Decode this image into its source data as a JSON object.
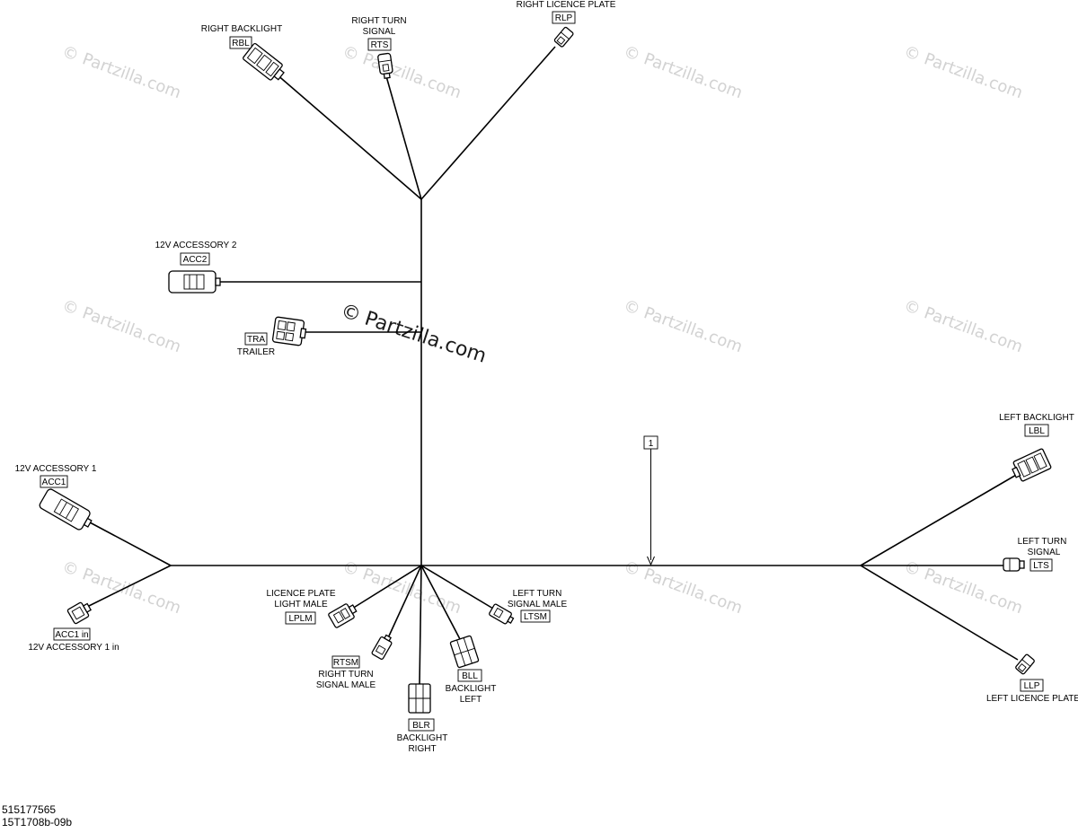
{
  "watermarks": {
    "symbol": "©",
    "text": "Partzilla.com",
    "center_symbol": "©",
    "center_text": "Partzilla.com"
  },
  "connectors": {
    "rbl": {
      "name": "RIGHT BACKLIGHT",
      "code": "RBL"
    },
    "rts": {
      "name_line1": "RIGHT TURN",
      "name_line2": "SIGNAL",
      "code": "RTS"
    },
    "rlp": {
      "name": "RIGHT LICENCE PLATE",
      "code": "RLP"
    },
    "acc2": {
      "name": "12V ACCESSORY 2",
      "code": "ACC2"
    },
    "tra": {
      "name": "TRAILER",
      "code": "TRA"
    },
    "acc1": {
      "name": "12V ACCESSORY 1",
      "code": "ACC1"
    },
    "acc1in": {
      "name": "12V ACCESSORY 1 in",
      "code": "ACC1 in"
    },
    "lplm": {
      "name_line1": "LICENCE PLATE",
      "name_line2": "LIGHT MALE",
      "code": "LPLM"
    },
    "rtsm": {
      "name_line1": "RIGHT TURN",
      "name_line2": "SIGNAL MALE",
      "code": "RTSM"
    },
    "blr": {
      "name_line1": "BACKLIGHT",
      "name_line2": "RIGHT",
      "code": "BLR"
    },
    "bll": {
      "name_line1": "BACKLIGHT",
      "name_line2": "LEFT",
      "code": "BLL"
    },
    "ltsm": {
      "name_line1": "LEFT TURN",
      "name_line2": "SIGNAL MALE",
      "code": "LTSM"
    },
    "lbl": {
      "name": "LEFT BACKLIGHT",
      "code": "LBL"
    },
    "lts": {
      "name_line1": "LEFT TURN",
      "name_line2": "SIGNAL",
      "code": "LTS"
    },
    "llp": {
      "name": "LEFT LICENCE PLATE",
      "code": "LLP"
    }
  },
  "callout": {
    "number": "1"
  },
  "footer": {
    "part_number": "515177565",
    "drawing_ref": "15T1708b-09b"
  }
}
